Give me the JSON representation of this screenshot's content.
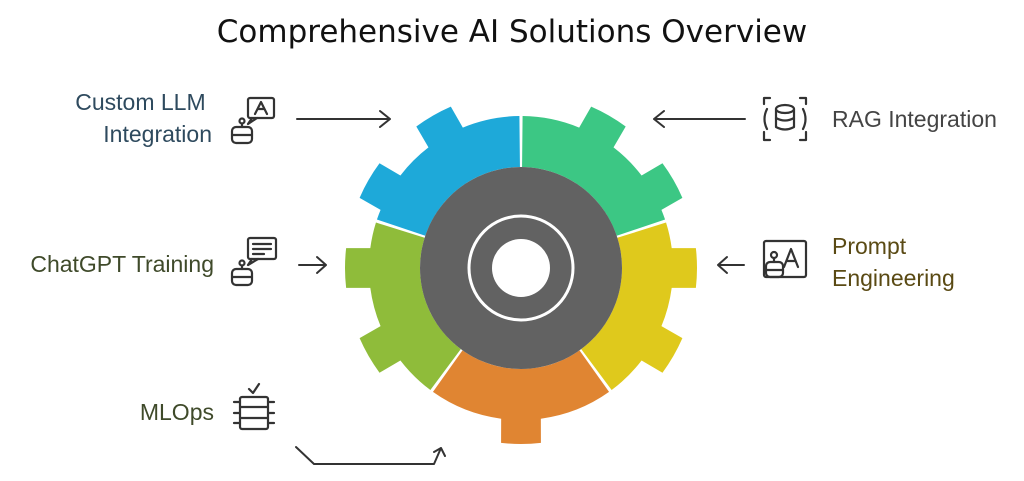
{
  "title": "Comprehensive AI Solutions Overview",
  "colors": {
    "blue": "#1ea9d9",
    "green": "#3cc784",
    "yellow": "#dfc91c",
    "orange": "#e08532",
    "olive": "#8fbc3a",
    "hub": "#626262",
    "label_blue": "#2e4a5e",
    "label_olive": "#3f4a2a",
    "label_gray": "#444444",
    "label_gold": "#5a4a14"
  },
  "items": [
    {
      "key": "custom_llm",
      "lines": [
        "Custom LLM",
        "Integration"
      ],
      "icon": "robot-a-chat-icon",
      "segment": "blue"
    },
    {
      "key": "rag",
      "lines": [
        "RAG Integration"
      ],
      "icon": "database-scan-icon",
      "segment": "green"
    },
    {
      "key": "chatgpt",
      "lines": [
        "ChatGPT Training"
      ],
      "icon": "robot-text-chat-icon",
      "segment": "olive"
    },
    {
      "key": "prompt",
      "lines": [
        "Prompt",
        "Engineering"
      ],
      "icon": "robot-a-screen-icon",
      "segment": "yellow"
    },
    {
      "key": "mlops",
      "lines": [
        "MLOps"
      ],
      "icon": "server-check-icon",
      "segment": "orange"
    }
  ]
}
